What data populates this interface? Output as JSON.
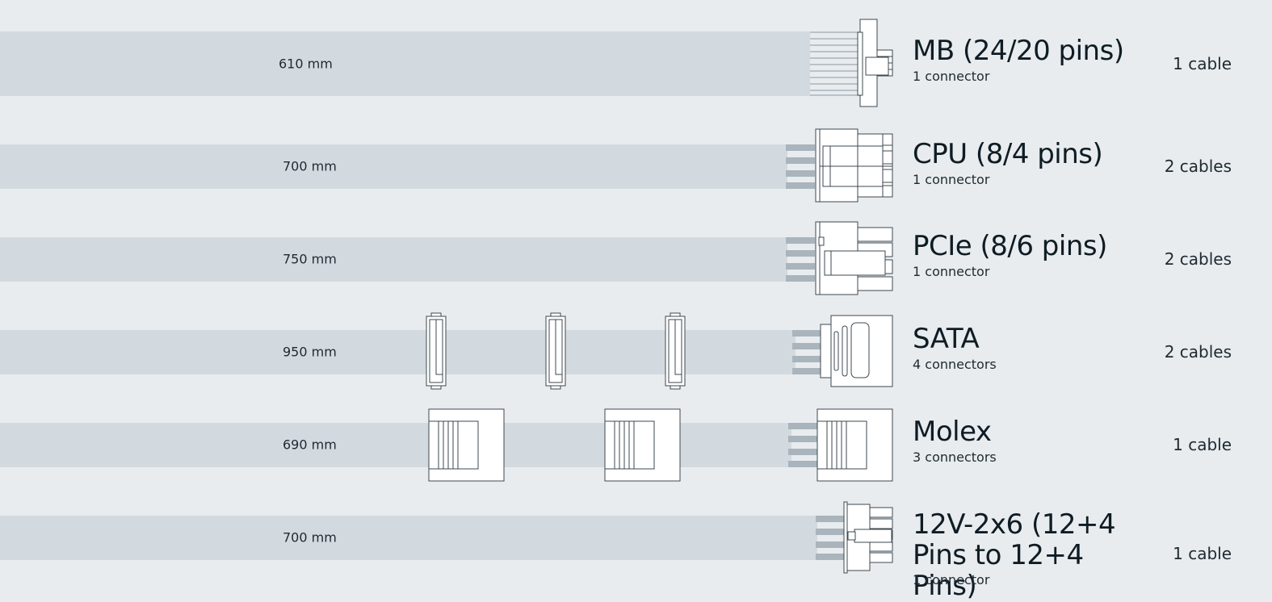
{
  "cables": [
    {
      "title": "MB (24/20 pins)",
      "connectors_label": "1 connector",
      "length": "610 mm",
      "count": "1 cable"
    },
    {
      "title": "CPU (8/4 pins)",
      "connectors_label": "1 connector",
      "length": "700 mm",
      "count": "2 cables"
    },
    {
      "title": "PCIe (8/6 pins)",
      "connectors_label": "1 connector",
      "length": "750 mm",
      "count": "2 cables"
    },
    {
      "title": "SATA",
      "connectors_label": "4 connectors",
      "length": "950 mm",
      "count": "2 cables"
    },
    {
      "title": "Molex",
      "connectors_label": "3 connectors",
      "length": "690 mm",
      "count": "1 cable"
    },
    {
      "title": "12V-2x6 (12+4 Pins to 12+4 Pins)",
      "connectors_label": "1 connector",
      "length": "700 mm",
      "count": "1 cable"
    }
  ],
  "colors": {
    "background": "#e8ecef",
    "cable_band": "#d3dadf",
    "wire": "#a9b4bc",
    "connector_stroke": "#3c4850",
    "connector_fill": "#ffffff"
  },
  "icons": [
    "mb-24pin-connector-icon",
    "cpu-8pin-connector-icon",
    "pcie-8pin-connector-icon",
    "sata-connector-icon",
    "molex-connector-icon",
    "12v-2x6-connector-icon"
  ]
}
